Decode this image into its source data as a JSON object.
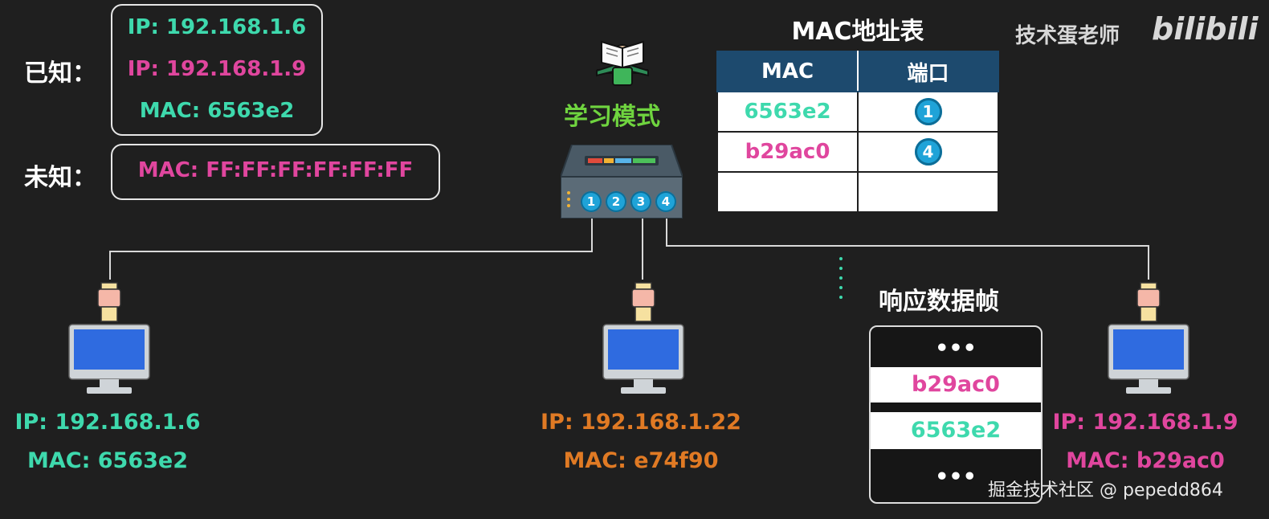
{
  "known": {
    "label": "已知：",
    "ip1": "IP: 192.168.1.6",
    "ip2": "IP: 192.168.1.9",
    "mac": "MAC: 6563e2"
  },
  "unknown": {
    "label": "未知：",
    "mac": "MAC: FF:FF:FF:FF:FF:FF"
  },
  "switch": {
    "mode_label": "学习模式",
    "ports": [
      "1",
      "2",
      "3",
      "4"
    ]
  },
  "mac_table": {
    "title": "MAC地址表",
    "headers": [
      "MAC",
      "端口"
    ],
    "rows": [
      {
        "mac": "6563e2",
        "port": "1"
      },
      {
        "mac": "b29ac0",
        "port": "4"
      },
      {
        "mac": "",
        "port": ""
      }
    ]
  },
  "hosts": [
    {
      "ip": "IP: 192.168.1.6",
      "mac": "MAC: 6563e2"
    },
    {
      "ip": "IP: 192.168.1.22",
      "mac": "MAC: e74f90"
    },
    {
      "ip": "IP: 192.168.1.9",
      "mac": "MAC: b29ac0"
    }
  ],
  "response_frame": {
    "title": "响应数据帧",
    "rows": [
      "•••",
      "b29ac0",
      "6563e2",
      "•••"
    ]
  },
  "watermark": {
    "author": "技术蛋老师",
    "platform": "bilibili"
  },
  "credit": "掘金技术社区 @ pepedd864",
  "colors": {
    "green": "#3ed9ad",
    "pink": "#e0469e",
    "orange": "#e07a24",
    "table_header": "#1d4a6e",
    "port_blue": "#1fa3d8",
    "mode_green": "#6fd43f"
  }
}
